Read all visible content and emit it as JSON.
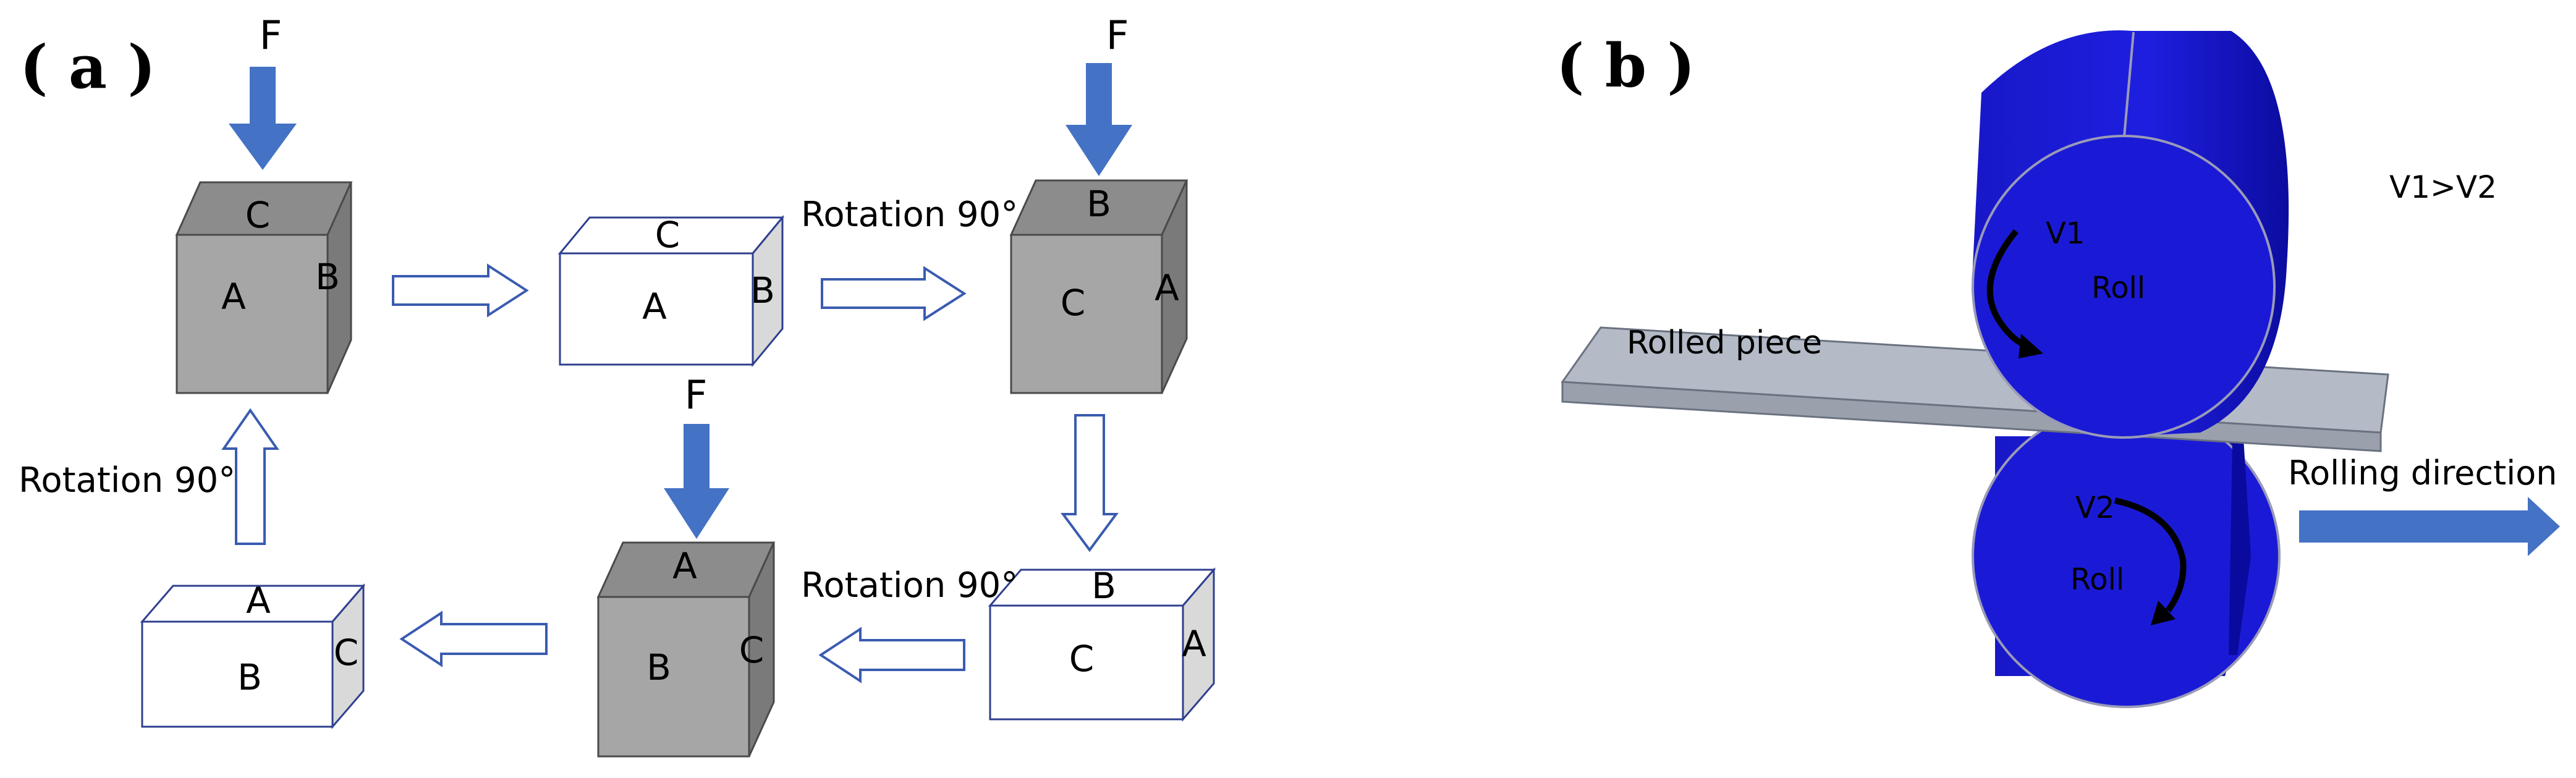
{
  "panel_a": {
    "label": "( a )",
    "force_label": "F",
    "rotation_label": "Rotation 90°",
    "cubes": [
      {
        "front": "A",
        "top": "C",
        "side": "B",
        "pressed": true
      },
      {
        "front": "A",
        "top": "C",
        "side": "B",
        "pressed": false
      },
      {
        "front": "C",
        "top": "B",
        "side": "A",
        "pressed": true
      },
      {
        "front": "C",
        "top": "B",
        "side": "A",
        "pressed": false
      },
      {
        "front": "B",
        "top": "A",
        "side": "C",
        "pressed": true
      },
      {
        "front": "B",
        "top": "A",
        "side": "C",
        "pressed": false
      }
    ]
  },
  "panel_b": {
    "label": "( b )",
    "speed_relation": "V1>V2",
    "upper_roll": {
      "label": "Roll",
      "speed": "V1"
    },
    "lower_roll": {
      "label": "Roll",
      "speed": "V2"
    },
    "rolled_piece_label": "Rolled piece",
    "rolling_direction_label": "Rolling direction"
  },
  "colors": {
    "force_arrow": "#4472c4",
    "pressed_cube_front": "#a6a6a6",
    "pressed_cube_top": "#8c8c8c",
    "pressed_cube_side": "#7a7a7a",
    "free_cube_side": "#d9d9d9",
    "cube_outline": "#2f3f8f",
    "hollow_arrow_outline": "#3a5bb0",
    "roll_blue": "#1a1ad6",
    "roll_blue_dark": "#0a0a9e",
    "plate": "#b4bbc6",
    "rolling_arrow": "#4472c4"
  }
}
